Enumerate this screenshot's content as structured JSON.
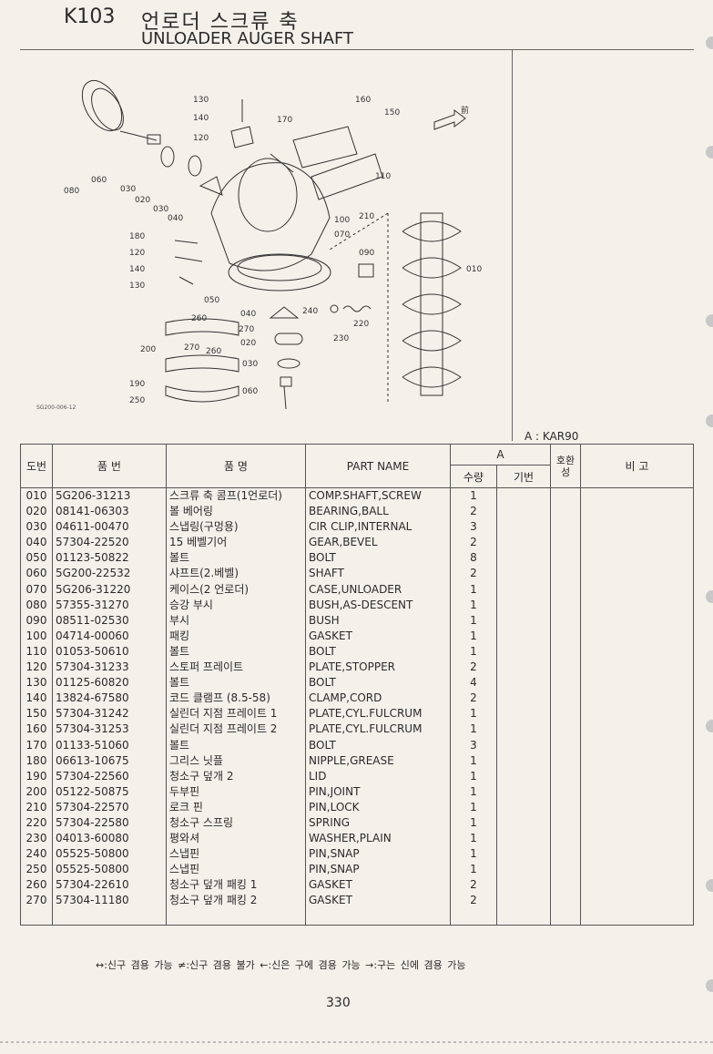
{
  "header": {
    "code": "K103",
    "title_ko": "언로더 스크류 축",
    "title_en": "UNLOADER AUGER SHAFT"
  },
  "diagram": {
    "code": "SG200-006-12",
    "front_label": "前",
    "callouts": [
      "130",
      "140",
      "120",
      "170",
      "160",
      "150",
      "110",
      "080",
      "060",
      "030",
      "020",
      "030",
      "040",
      "100",
      "210",
      "070",
      "090",
      "010",
      "180",
      "120",
      "140",
      "130",
      "050",
      "040",
      "240",
      "220",
      "020",
      "230",
      "260",
      "270",
      "200",
      "270",
      "260",
      "030",
      "190",
      "250",
      "060"
    ]
  },
  "legend": "A : KAR90",
  "table": {
    "headers": {
      "ref": "도번",
      "part_no": "품 번",
      "name_ko": "품 명",
      "name_en": "PART NAME",
      "group_a": "A",
      "qty": "수량",
      "base": "기번",
      "compat": "호환성",
      "remarks": "비 고"
    },
    "rows": [
      {
        "ref": "010",
        "pn": "5G206-31213",
        "ko": "스크류 축 콤프(1언로더)",
        "en": "COMP.SHAFT,SCREW",
        "qty": "1"
      },
      {
        "ref": "020",
        "pn": "08141-06303",
        "ko": "볼 베어링",
        "en": "BEARING,BALL",
        "qty": "2"
      },
      {
        "ref": "030",
        "pn": "04611-00470",
        "ko": "스냅링(구멍용)",
        "en": "CIR CLIP,INTERNAL",
        "qty": "3"
      },
      {
        "ref": "040",
        "pn": "57304-22520",
        "ko": "15 베벨기어",
        "en": "GEAR,BEVEL",
        "qty": "2"
      },
      {
        "ref": "050",
        "pn": "01123-50822",
        "ko": "볼트",
        "en": "BOLT",
        "qty": "8"
      },
      {
        "ref": "060",
        "pn": "5G200-22532",
        "ko": "샤프트(2.베벨)",
        "en": "SHAFT",
        "qty": "2"
      },
      {
        "ref": "070",
        "pn": "5G206-31220",
        "ko": "케이스(2 언로더)",
        "en": "CASE,UNLOADER",
        "qty": "1"
      },
      {
        "ref": "080",
        "pn": "57355-31270",
        "ko": "승강 부시",
        "en": "BUSH,AS-DESCENT",
        "qty": "1"
      },
      {
        "ref": "090",
        "pn": "08511-02530",
        "ko": "부시",
        "en": "BUSH",
        "qty": "1"
      },
      {
        "ref": "100",
        "pn": "04714-00060",
        "ko": "패킹",
        "en": "GASKET",
        "qty": "1"
      },
      {
        "ref": "110",
        "pn": "01053-50610",
        "ko": "볼트",
        "en": "BOLT",
        "qty": "1"
      },
      {
        "ref": "120",
        "pn": "57304-31233",
        "ko": "스토퍼 프레이트",
        "en": "PLATE,STOPPER",
        "qty": "2"
      },
      {
        "ref": "130",
        "pn": "01125-60820",
        "ko": "볼트",
        "en": "BOLT",
        "qty": "4"
      },
      {
        "ref": "140",
        "pn": "13824-67580",
        "ko": "코드 클램프 (8.5-58)",
        "en": "CLAMP,CORD",
        "qty": "2"
      },
      {
        "ref": "150",
        "pn": "57304-31242",
        "ko": "실린더 지점 프레이트 1",
        "en": "PLATE,CYL.FULCRUM",
        "qty": "1"
      },
      {
        "ref": "160",
        "pn": "57304-31253",
        "ko": "실린더 지점 프레이트 2",
        "en": "PLATE,CYL.FULCRUM",
        "qty": "1"
      },
      {
        "ref": "170",
        "pn": "01133-51060",
        "ko": "볼트",
        "en": "BOLT",
        "qty": "3"
      },
      {
        "ref": "180",
        "pn": "06613-10675",
        "ko": "그리스 닛플",
        "en": "NIPPLE,GREASE",
        "qty": "1"
      },
      {
        "ref": "190",
        "pn": "57304-22560",
        "ko": "청소구 덮개 2",
        "en": "LID",
        "qty": "1"
      },
      {
        "ref": "200",
        "pn": "05122-50875",
        "ko": "두부핀",
        "en": "PIN,JOINT",
        "qty": "1"
      },
      {
        "ref": "210",
        "pn": "57304-22570",
        "ko": "로크 핀",
        "en": "PIN,LOCK",
        "qty": "1"
      },
      {
        "ref": "220",
        "pn": "57304-22580",
        "ko": "청소구 스프링",
        "en": "SPRING",
        "qty": "1"
      },
      {
        "ref": "230",
        "pn": "04013-60080",
        "ko": "평와셔",
        "en": "WASHER,PLAIN",
        "qty": "1"
      },
      {
        "ref": "240",
        "pn": "05525-50800",
        "ko": "스냅핀",
        "en": "PIN,SNAP",
        "qty": "1"
      },
      {
        "ref": "250",
        "pn": "05525-50800",
        "ko": "스냅핀",
        "en": "PIN,SNAP",
        "qty": "1"
      },
      {
        "ref": "260",
        "pn": "57304-22610",
        "ko": "청소구 덮개 패킹 1",
        "en": "GASKET",
        "qty": "2"
      },
      {
        "ref": "270",
        "pn": "57304-11180",
        "ko": "청소구 덮개 패킹 2",
        "en": "GASKET",
        "qty": "2"
      }
    ]
  },
  "footnote": "↔:신구 겸용 가능   ≠:신구 겸용 불가   ←:신은 구에 겸용 가능   →:구는 신에 겸용 가능",
  "page_number": "330"
}
